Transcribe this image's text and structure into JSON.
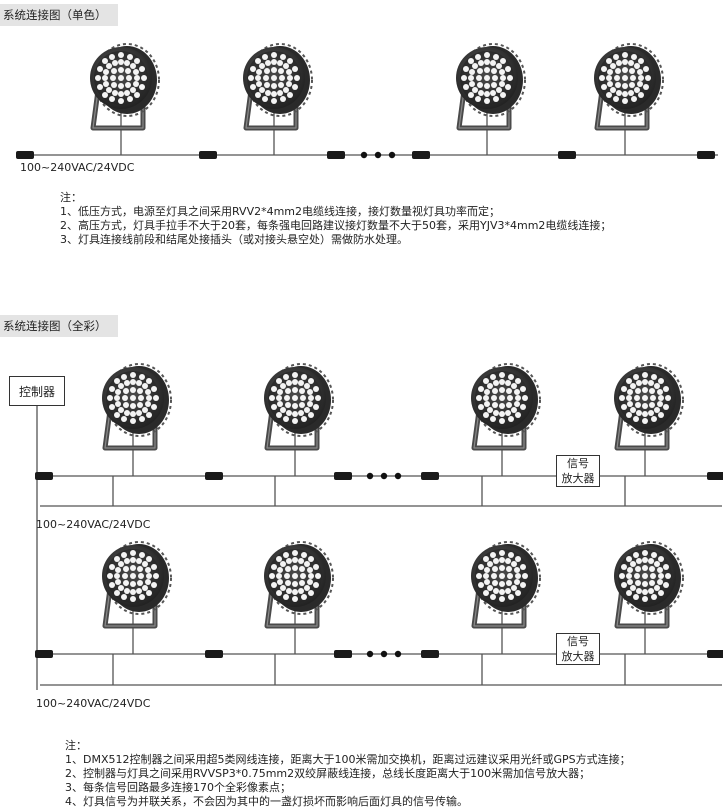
{
  "section1": {
    "title": "系统连接图（单色）",
    "voltage": "100~240VAC/24VDC",
    "notes_heading": "注：",
    "notes": [
      "1、低压方式，电源至灯具之间采用RVV2*4mm2电缆线连接，接灯数量视灯具功率而定；",
      "2、高压方式，灯具手拉手不大于20套，每条强电回路建议接灯数量不大于50套，采用YJV3*4mm2电缆线连接；",
      "3、灯具连接线前段和结尾处接插头（或对接头悬空处）需做防水处理。"
    ]
  },
  "section2": {
    "title": "系统连接图（全彩）",
    "controller": "控制器",
    "amplifier": [
      "信号",
      "放大器"
    ],
    "voltage_top": "100~240VAC/24VDC",
    "voltage_bottom": "100~240VAC/24VDC",
    "notes_heading": "注：",
    "notes": [
      "1、DMX512控制器之间采用超5类网线连接，距离大于100米需加交换机，距离过远建议采用光纤或GPS方式连接；",
      "2、控制器与灯具之间采用RVVSP3*0.75mm2双绞屏蔽线连接，总线长度距离大于100米需加信号放大器；",
      "3、每条信号回路最多连接170个全彩像素点；",
      "4、灯具信号为并联关系，不会因为其中的一盏灯损坏而影响后面灯具的信号传输。"
    ]
  },
  "colors": {
    "fixture_body": "#3a3a3a",
    "led": "#f4f4f4",
    "line": "#555555",
    "connector": "#1a1a1a",
    "section_bar": "#e4e4e4"
  },
  "icons": [
    "floodlight-fixture-icon",
    "connector-icon",
    "ellipsis-dots-icon"
  ]
}
